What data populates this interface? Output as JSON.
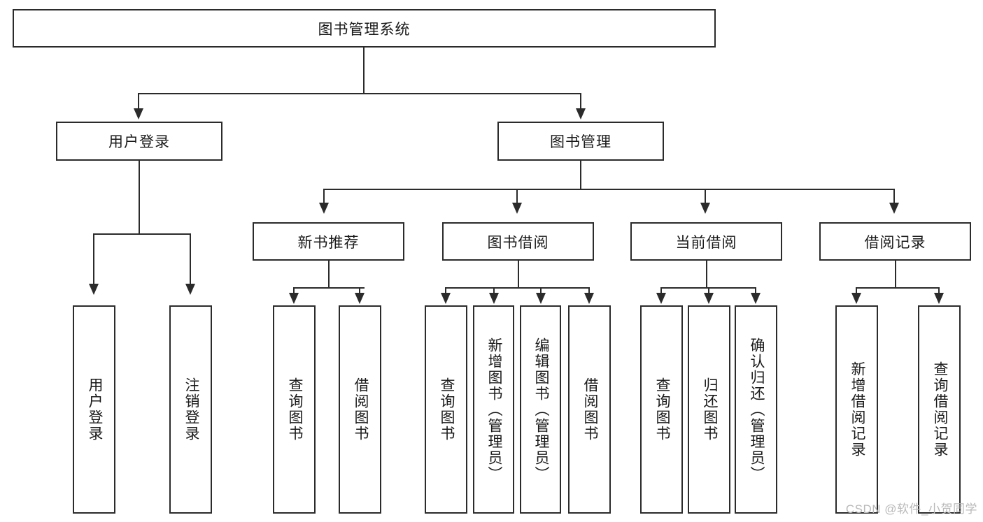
{
  "diagram": {
    "type": "tree-hierarchy-flowchart",
    "title": "图书管理系统",
    "root": {
      "id": "root",
      "label": "图书管理系统",
      "orientation": "horizontal"
    },
    "level2": [
      {
        "id": "user-login",
        "label": "用户登录",
        "orientation": "horizontal"
      },
      {
        "id": "book-manage",
        "label": "图书管理",
        "orientation": "horizontal"
      }
    ],
    "level3": [
      {
        "id": "new-book-rec",
        "label": "新书推荐",
        "orientation": "horizontal",
        "parent": "book-manage"
      },
      {
        "id": "book-borrow",
        "label": "图书借阅",
        "orientation": "horizontal",
        "parent": "book-manage"
      },
      {
        "id": "current-borrow",
        "label": "当前借阅",
        "orientation": "horizontal",
        "parent": "book-manage"
      },
      {
        "id": "borrow-record",
        "label": "借阅记录",
        "orientation": "horizontal",
        "parent": "book-manage"
      }
    ],
    "leaves": [
      {
        "id": "leaf-user-login",
        "label": "用户登录",
        "orientation": "vertical",
        "parent": "user-login"
      },
      {
        "id": "leaf-user-logout",
        "label": "注销登录",
        "orientation": "vertical",
        "parent": "user-login"
      },
      {
        "id": "leaf-query-book-1",
        "label": "查询图书",
        "orientation": "vertical",
        "parent": "new-book-rec"
      },
      {
        "id": "leaf-borrow-book-1",
        "label": "借阅图书",
        "orientation": "vertical",
        "parent": "new-book-rec"
      },
      {
        "id": "leaf-query-book-2",
        "label": "查询图书",
        "orientation": "vertical",
        "parent": "book-borrow"
      },
      {
        "id": "leaf-add-book",
        "label": "新增图书（管理员）",
        "orientation": "vertical",
        "parent": "book-borrow"
      },
      {
        "id": "leaf-edit-book",
        "label": "编辑图书（管理员）",
        "orientation": "vertical",
        "parent": "book-borrow"
      },
      {
        "id": "leaf-borrow-book-2",
        "label": "借阅图书",
        "orientation": "vertical",
        "parent": "book-borrow"
      },
      {
        "id": "leaf-query-book-3",
        "label": "查询图书",
        "orientation": "vertical",
        "parent": "current-borrow"
      },
      {
        "id": "leaf-return-book",
        "label": "归还图书",
        "orientation": "vertical",
        "parent": "current-borrow"
      },
      {
        "id": "leaf-confirm-return",
        "label": "确认归还（管理员）",
        "orientation": "vertical",
        "parent": "current-borrow"
      },
      {
        "id": "leaf-add-record",
        "label": "新增借阅记录",
        "orientation": "vertical",
        "parent": "borrow-record"
      },
      {
        "id": "leaf-query-record",
        "label": "查询借阅记录",
        "orientation": "vertical",
        "parent": "borrow-record"
      }
    ]
  },
  "watermark": {
    "text": "CSDN @软件_小贺同学"
  },
  "colors": {
    "stroke": "#2b2b2b",
    "fill": "#ffffff",
    "text": "#1a1a1a",
    "watermark": "#b9b9b9"
  }
}
